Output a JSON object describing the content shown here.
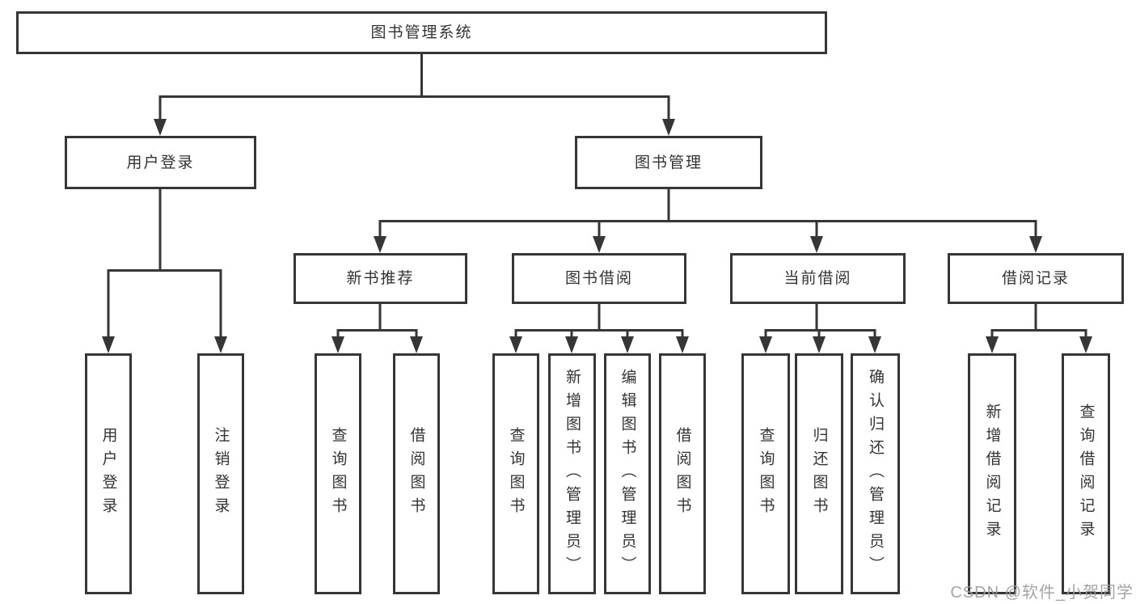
{
  "diagram": {
    "root": "图书管理系统",
    "branch_user": {
      "label": "用户登录",
      "children": {
        "login": "用户登录",
        "logout": "注销登录"
      }
    },
    "branch_books": {
      "label": "图书管理",
      "sections": {
        "new_books": {
          "label": "新书推荐",
          "children": {
            "query": "查询图书",
            "borrow": "借阅图书"
          }
        },
        "borrowing": {
          "label": "图书借阅",
          "children": {
            "query": "查询图书",
            "add": "新增图书（管理员）",
            "edit": "编辑图书（管理员）",
            "borrow": "借阅图书"
          }
        },
        "current": {
          "label": "当前借阅",
          "children": {
            "query": "查询图书",
            "return": "归还图书",
            "confirm": "确认归还（管理员）"
          }
        },
        "records": {
          "label": "借阅记录",
          "children": {
            "add": "新增借阅记录",
            "query": "查询借阅记录"
          }
        }
      }
    }
  },
  "watermark": "CSDN @软件_小贺同学",
  "colors": {
    "line": "#363636",
    "text": "#333333",
    "watermark": "#9c9c9c"
  }
}
